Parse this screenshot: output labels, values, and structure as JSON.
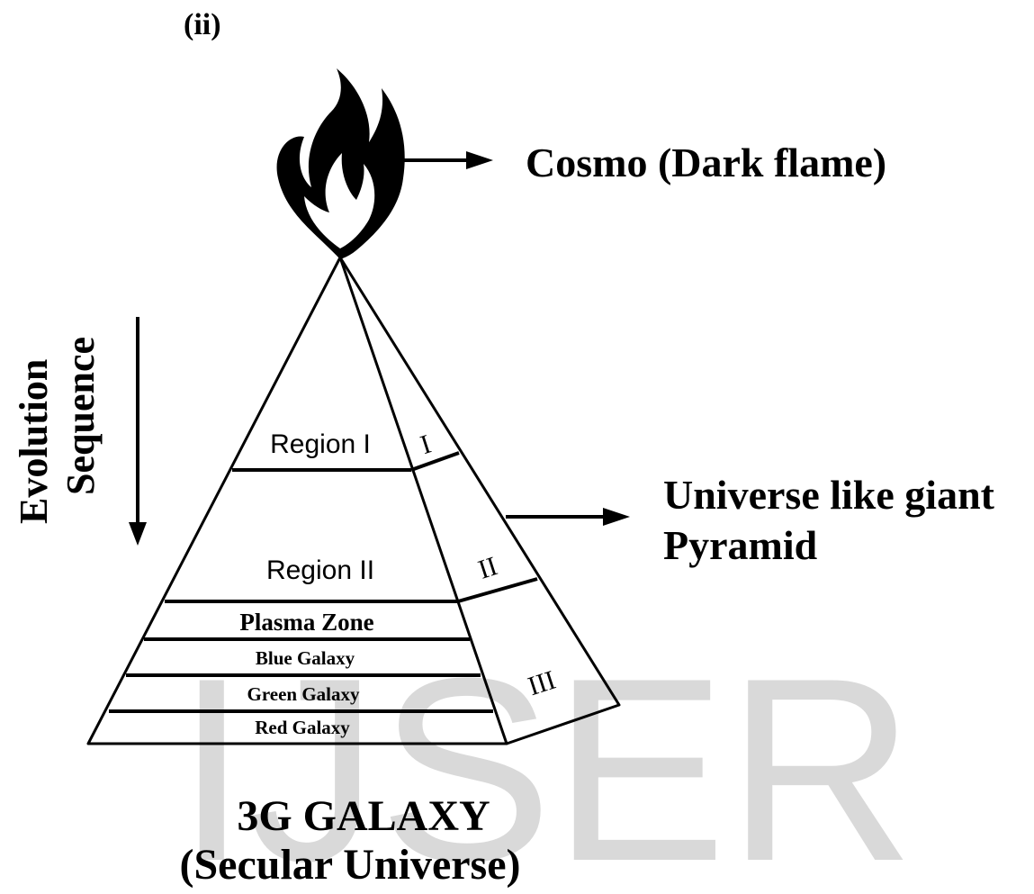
{
  "figure": {
    "label": "(ii)",
    "top_node": "Cosmo (Dark flame)",
    "structure": "Universe like giant Pyramid",
    "axis": {
      "word1": "Evolution",
      "word2": "Sequence"
    },
    "front_face": [
      "Region I",
      "Region II",
      "Plasma Zone",
      "Blue Galaxy",
      "Green Galaxy",
      "Red Galaxy"
    ],
    "side_face": [
      "I",
      "II",
      "III"
    ],
    "caption": {
      "line1": "3G GALAXY",
      "line2": "(Secular Universe)"
    },
    "watermark": "IJSER"
  },
  "colors": {
    "ink": "#000000",
    "watermark": "#d9d9d9",
    "background": "#ffffff"
  },
  "icons": {
    "flame": "flame-icon"
  }
}
